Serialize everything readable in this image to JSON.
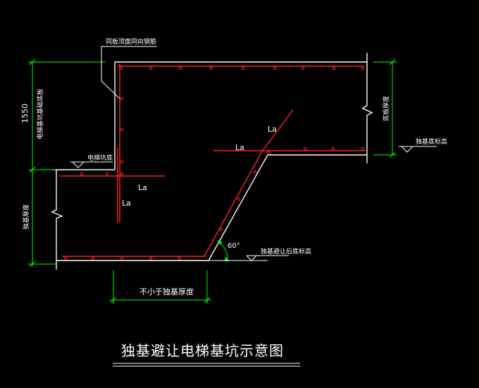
{
  "drawing": {
    "title": "独基避让电梯基坑示意图",
    "background_color": "#000000",
    "colors": {
      "outline": "#ffffff",
      "rebar": "#ff2020",
      "dimension": "#00ff00",
      "text": "#ffffff",
      "angle_arc": "#00ff00"
    }
  },
  "labels": {
    "top_note": "同板顶面同向钢筋",
    "left_dim_value": "1550",
    "left_vert_upper": "电梯基坑基础底板",
    "left_vert_lower": "独基厚度",
    "right_vert": "底板厚度",
    "elev_elevator": "电梯坑底",
    "elev_right": "独基底标高",
    "elev_bottom": "独基避让后底标高",
    "la_1": "La",
    "la_2": "La",
    "la_3": "La",
    "la_4": "La",
    "angle": "60°",
    "bottom_dim": "不小于独基厚度"
  }
}
